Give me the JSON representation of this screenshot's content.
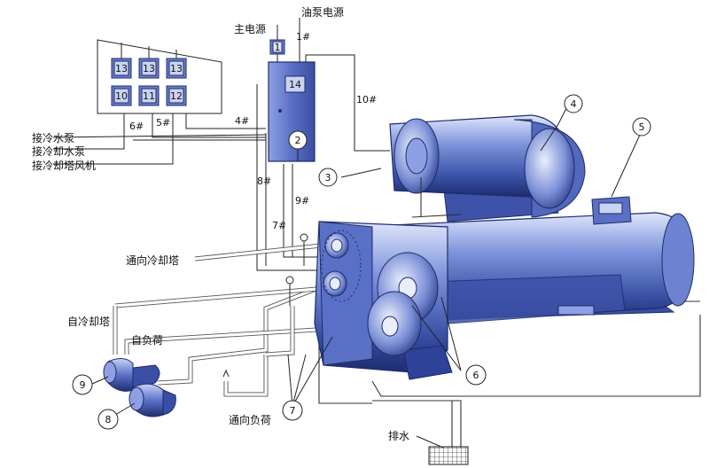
{
  "labels": {
    "main_power": "主电源",
    "oil_pump_power": "油泵电源",
    "chilled_water_pump": "接冷水泵",
    "cooling_water_pump": "接冷却水泵",
    "cooling_tower_fan": "接冷却塔风机",
    "to_cooling_tower": "通向冷却塔",
    "from_cooling_tower": "自冷却塔",
    "from_load": "自负荷",
    "to_load": "通向负荷",
    "drain": "排水"
  },
  "wire_labels": {
    "w1": "1#",
    "w4": "4#",
    "w5": "5#",
    "w6": "6#",
    "w7": "7#",
    "w8": "8#",
    "w9": "9#",
    "w10": "10#"
  },
  "starter_boxes": {
    "top": [
      "13",
      "13",
      "13"
    ],
    "bottom": [
      "10",
      "11",
      "12"
    ]
  },
  "boxes": {
    "main_power_box": "1",
    "panel_box": "14"
  },
  "callouts": {
    "c2": "2",
    "c3": "3",
    "c4": "4",
    "c5": "5",
    "c6": "6",
    "c7": "7",
    "c8": "8",
    "c9": "9"
  },
  "colors": {
    "machine_blue": "#4a63b5",
    "machine_light": "#c9d3f2",
    "machine_dark": "#1f2f72",
    "panel_blue": "#5b6fc2"
  }
}
